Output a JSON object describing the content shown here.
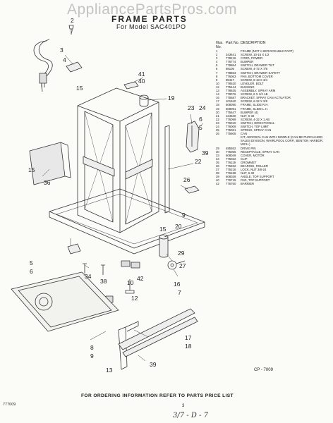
{
  "watermark": "AppliancePartsPros.com",
  "title": "FRAME PARTS",
  "subtitle": "For Model SAC401PO",
  "table_headers": {
    "illus": "Illus. No.",
    "part": "Part No.",
    "description": "DESCRIPTION"
  },
  "parts": [
    {
      "no": "1",
      "part": "",
      "desc": "FRAME (NOT A SERVICEABLE PART)"
    },
    {
      "no": "2",
      "part": "343641",
      "desc": "SCREW, 10-16 x 1/2"
    },
    {
      "no": "3",
      "part": "778216",
      "desc": "CORD, POWER"
    },
    {
      "no": "4",
      "part": "776774",
      "desc": "BUMPER"
    },
    {
      "no": "5",
      "part": "778864",
      "desc": "SWITCH, DRAWER TILT"
    },
    {
      "no": "6",
      "part": "98106",
      "desc": "SCREW, 4-72 x 7/8"
    },
    {
      "no": "7",
      "part": "778863",
      "desc": "SWITCH, DRAWER SAFETY"
    },
    {
      "no": "8",
      "part": "776063",
      "desc": "PAN, BOTTOM COVER"
    },
    {
      "no": "9",
      "part": "98417",
      "desc": "SCREW, 8-18 x 3/4"
    },
    {
      "no": "10",
      "part": "778520",
      "desc": "LEVELER, BOLT"
    },
    {
      "no": "12",
      "part": "775144",
      "desc": "BUSHING"
    },
    {
      "no": "13",
      "part": "778635",
      "desc": "ASSEMBLY, SPRAY ARM"
    },
    {
      "no": "14",
      "part": "778076",
      "desc": "SCREW, 8 x 1/2 AB"
    },
    {
      "no": "16",
      "part": "775687",
      "desc": "BRACKET, SPRAY CAN ACTUATOR"
    },
    {
      "no": "17",
      "part": "101940",
      "desc": "SCREW, 6-32 x 3/8"
    },
    {
      "no": "18",
      "part": "608090",
      "desc": "FRAME, SLIDE R.H."
    },
    {
      "no": "19",
      "part": "608091",
      "desc": "FRAME, SLIDE L.H."
    },
    {
      "no": "20",
      "part": "775647",
      "desc": "BUMPER (4)"
    },
    {
      "no": "21",
      "part": "134530",
      "desc": "NUT, 6-32"
    },
    {
      "no": "22",
      "part": "776099",
      "desc": "SCREW, 4-32 x 1 AB"
    },
    {
      "no": "23",
      "part": "776010",
      "desc": "SWITCH, DIRECTIONAL"
    },
    {
      "no": "24",
      "part": "776009",
      "desc": "SWITCH, TOP LIMIT"
    },
    {
      "no": "25",
      "part": "776061",
      "desc": "SPRING, SPRAY CAN"
    },
    {
      "no": "26",
      "part": "775605",
      "desc": "CAN"
    },
    {
      "no": "",
      "part": "",
      "desc": "KIT, AEROSOL CAN WITH NOZZLE (CAN BE PURCHASED SALES DIVISION, WHIRLPOOL CORP., BENTON HARBOR, MICH.)"
    },
    {
      "no": "29",
      "part": "485552",
      "desc": "DRIVE PIN"
    },
    {
      "no": "30",
      "part": "776056",
      "desc": "RECEPTACLE, SPRAY CAN"
    },
    {
      "no": "33",
      "part": "608049",
      "desc": "COVER, MOTOR"
    },
    {
      "no": "34",
      "part": "776022",
      "desc": "CLIP"
    },
    {
      "no": "35",
      "part": "776119",
      "desc": "GROMMET"
    },
    {
      "no": "36",
      "part": "776262",
      "desc": "Bearing, ROLLER"
    },
    {
      "no": "37",
      "part": "775216",
      "desc": "LOCK, NUT 3/8-24"
    },
    {
      "no": "38",
      "part": "776188",
      "desc": "NUT, 6-32"
    },
    {
      "no": "39",
      "part": "608039",
      "desc": "ANGLE, TOP SUPPORT"
    },
    {
      "no": "40",
      "part": "776715",
      "desc": "PAD, TOP SUPPORT"
    },
    {
      "no": "42",
      "part": "776760",
      "desc": "BARRIER"
    }
  ],
  "callouts": {
    "c2": "2",
    "c3": "3",
    "c4": "4",
    "c41": "41",
    "c40": "40",
    "c15a": "15",
    "c19": "19",
    "c23": "23",
    "c24": "24",
    "c6a": "6",
    "c5a": "5",
    "c39a": "39",
    "c22": "22",
    "c15b": "15",
    "c36": "36",
    "c26": "26",
    "c9a": "9",
    "c20": "20",
    "c15c": "15",
    "c5b": "5",
    "c6b": "6",
    "c29": "29",
    "c27": "27",
    "c34": "34",
    "c38": "38",
    "c10": "10",
    "c42": "42",
    "c12": "12",
    "c16": "16",
    "c7": "7",
    "c8": "8",
    "c9b": "9",
    "c13": "13",
    "c17": "17",
    "c18": "18",
    "c39b": "39"
  },
  "diagram_code": "CP - 7009",
  "footer_note": "FOR ORDERING INFORMATION REFER TO PARTS PRICE LIST",
  "page_number": "3",
  "footer_code": "777009",
  "handwritten_note": "3/7 - D - 7"
}
